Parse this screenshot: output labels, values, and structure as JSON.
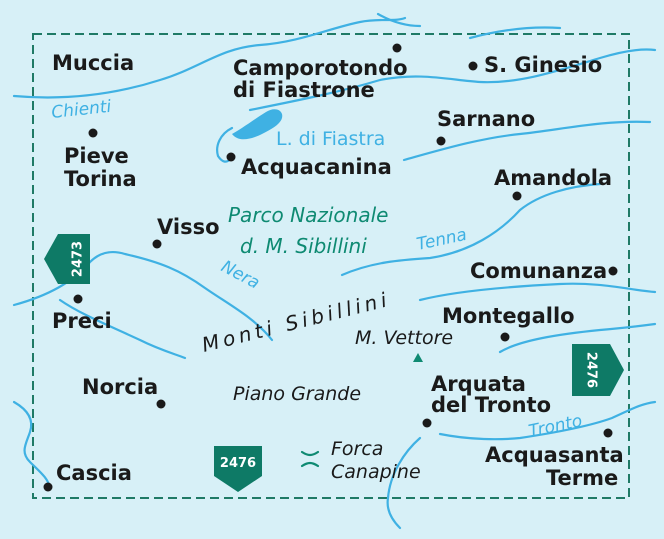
{
  "colors": {
    "background": "#d7f0f7",
    "water": "#3fb1e3",
    "border": "#1f7a66",
    "park_label": "#0e8a72",
    "shield": "#0e7a66",
    "text": "#1a1a1a"
  },
  "places": {
    "muccia": "Muccia",
    "camporotondo_line1": "Camporotondo",
    "camporotondo_line2": "di Fiastrone",
    "s_ginesio": "S. Ginesio",
    "pieve_torina_line1": "Pieve",
    "pieve_torina_line2": "Torina",
    "acquacanina": "Acquacanina",
    "sarnano": "Sarnano",
    "amandola": "Amandola",
    "visso": "Visso",
    "comunanza": "Comunanza",
    "preci": "Preci",
    "montegallo": "Montegallo",
    "norcia": "Norcia",
    "arquata_line1": "Arquata",
    "arquata_line2": "del Tronto",
    "acquasanta_line1": "Acquasanta",
    "acquasanta_line2": "Terme",
    "cascia": "Cascia"
  },
  "water": {
    "chienti": "Chienti",
    "lake": "L. di Fiastra",
    "tenna": "Tenna",
    "nera": "Nera",
    "tronto": "Tronto"
  },
  "park": {
    "line1": "Parco Nazionale",
    "line2": "d. M. Sibillini"
  },
  "relief": {
    "range": "Monti Sibillini",
    "vettore": "M. Vettore",
    "piano_grande": "Piano Grande",
    "forca_line1": "Forca",
    "forca_line2": "Canapine"
  },
  "icons": {
    "peak": "peak-triangle-icon",
    "pass": "mountain-pass-icon",
    "town": "town-dot-icon"
  },
  "map_sheets": {
    "west": "2473",
    "east": "2476",
    "south": "2476"
  }
}
